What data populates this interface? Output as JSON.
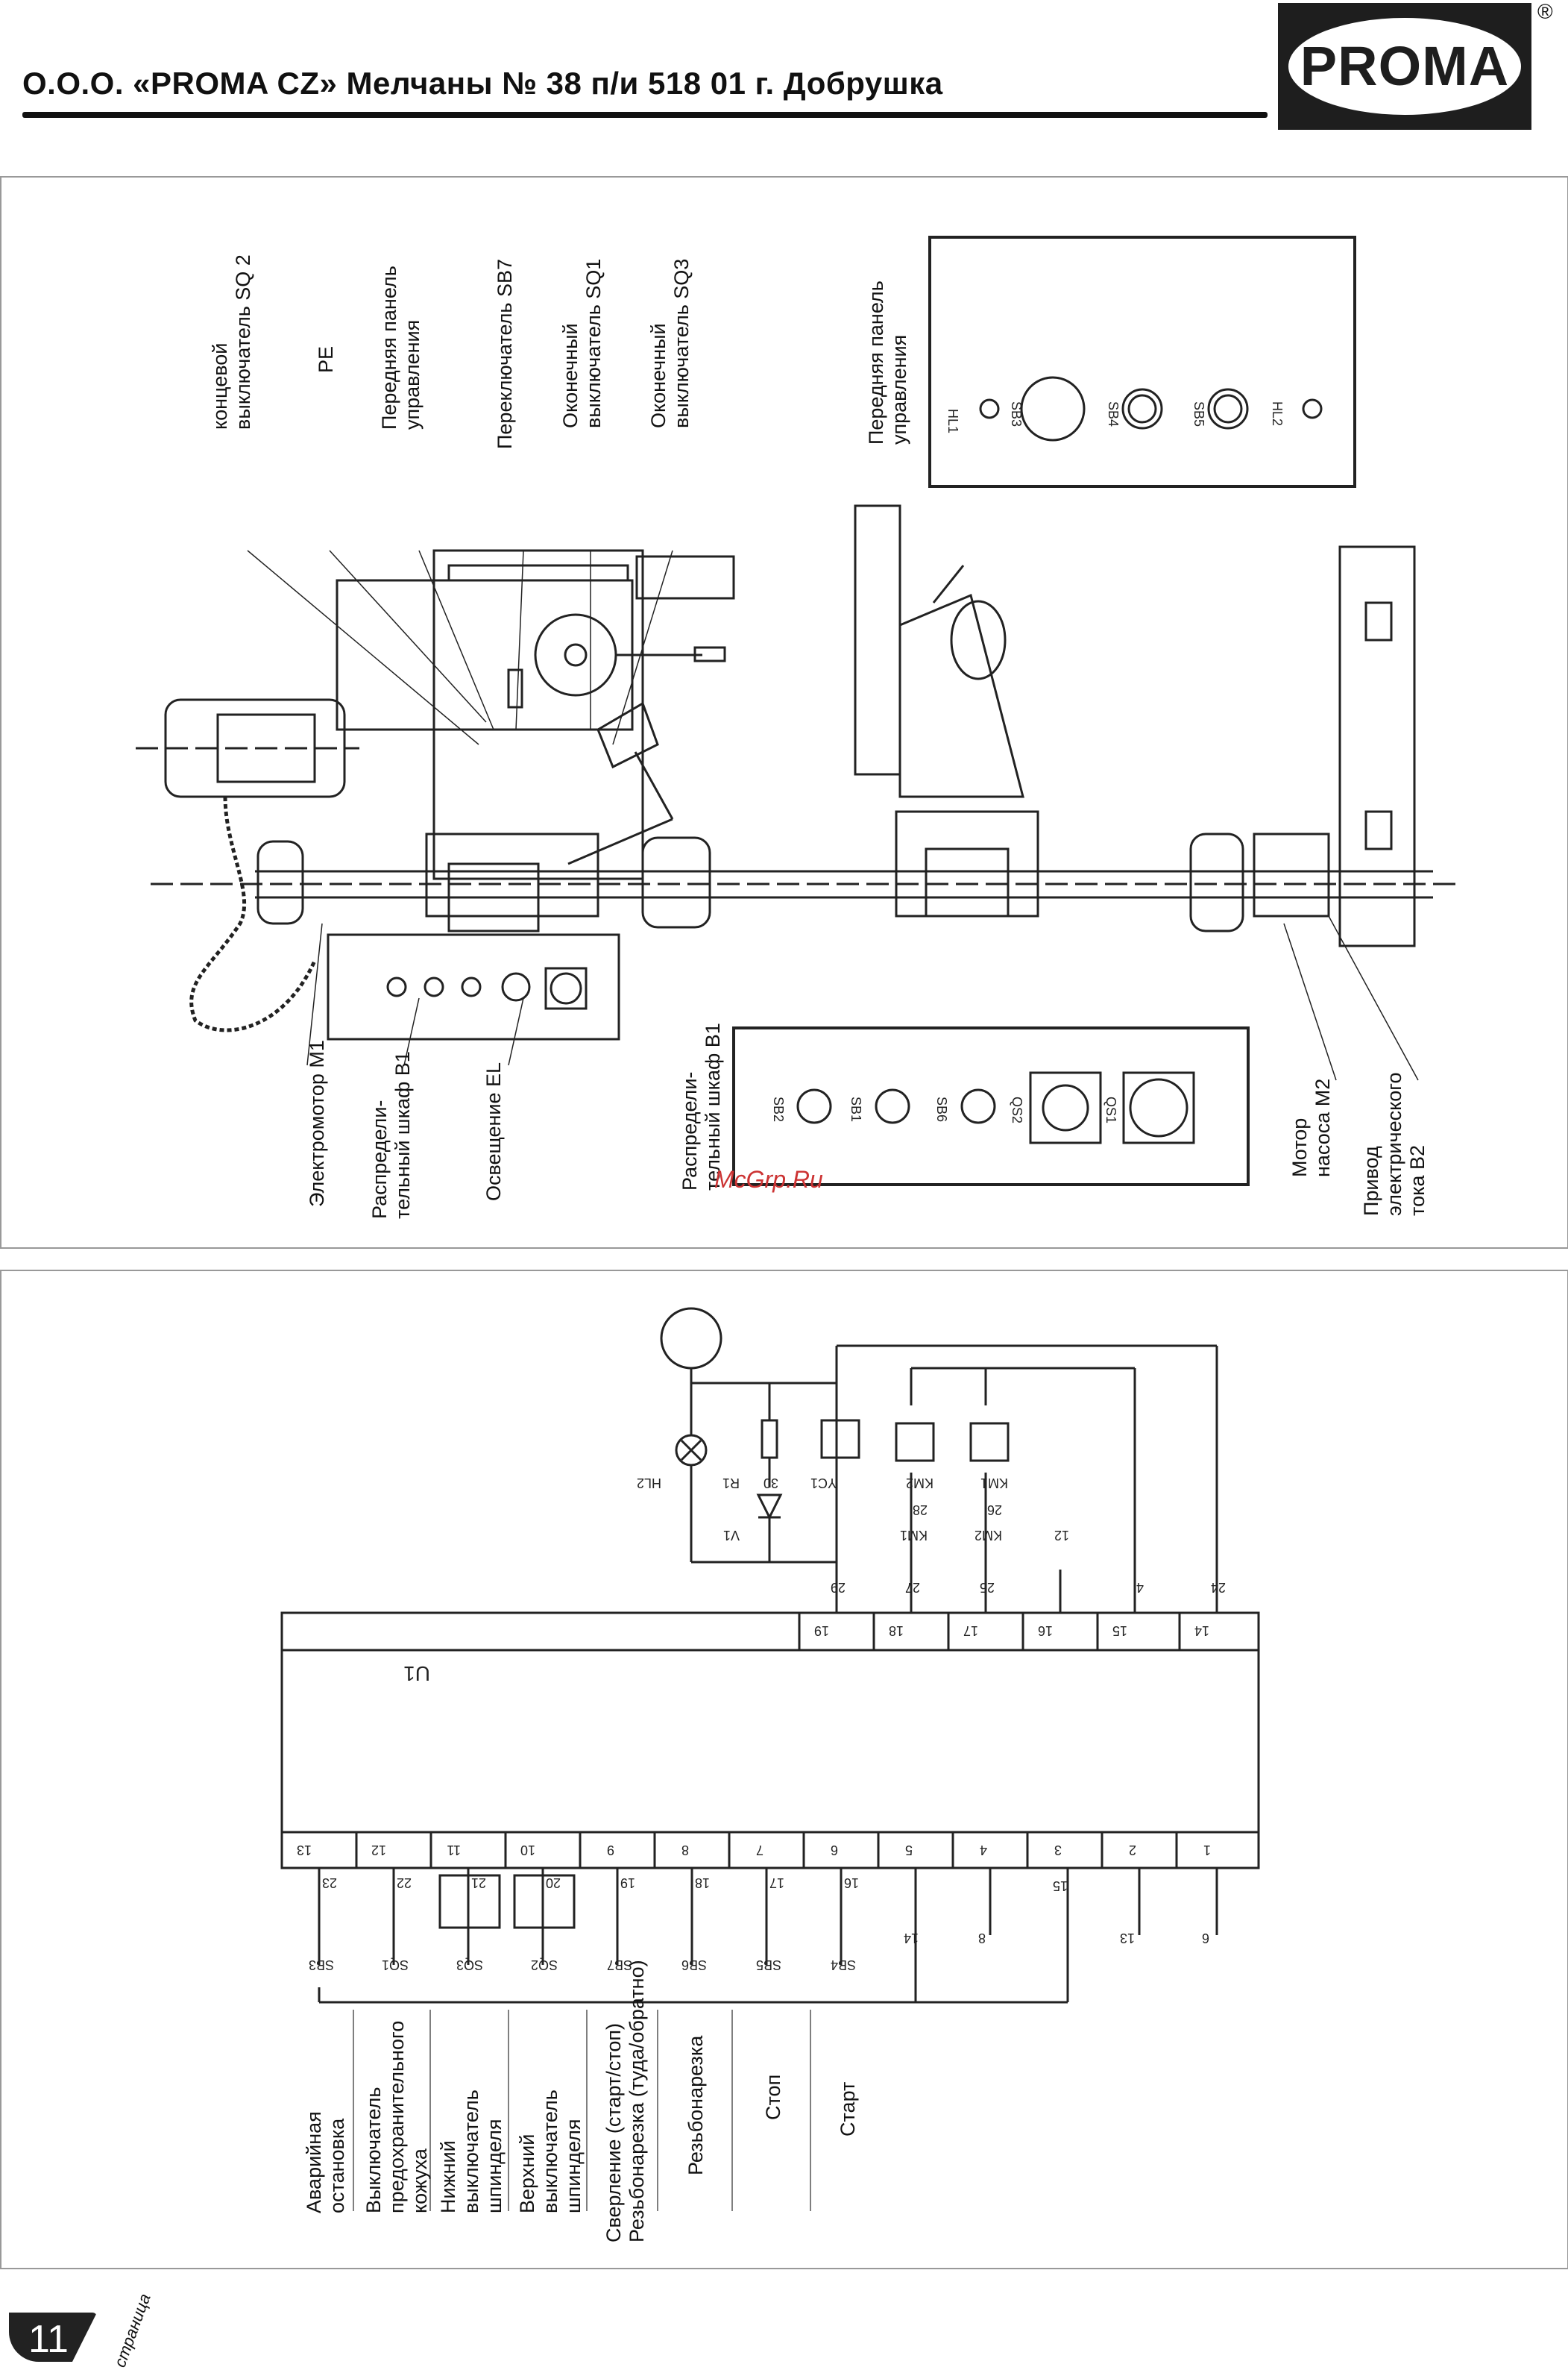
{
  "header": {
    "title": "О.О.О. «PROMA CZ» Мелчаны № 38 п/и 518 01 г. Добрушка",
    "logo_text": "PROMA",
    "registered_mark": "®"
  },
  "machine_labels": {
    "sq2": [
      "концевой",
      "выключатель SQ 2"
    ],
    "pe": [
      "PE"
    ],
    "front_panel": [
      "Передняя панель",
      "управления"
    ],
    "sb7": [
      "Переключатель SB7"
    ],
    "sq1": [
      "Оконечный",
      "выключатель SQ1"
    ],
    "sq3": [
      "Оконечный",
      "выключатель SQ3"
    ],
    "front_panel_inset": [
      "Передняя панель",
      "управления"
    ],
    "m1": [
      "Электромотор M1"
    ],
    "b1": [
      "Распредели-",
      "тельный шкаф B1"
    ],
    "el": [
      "Освещение EL"
    ],
    "b1_inset": [
      "Распредели-",
      "тельный шкаф B1"
    ],
    "m2": [
      "Мотор",
      "насоса M2"
    ],
    "b2": [
      "Привод",
      "электрического",
      "тока B2"
    ]
  },
  "front_panel_symbols": [
    "HL1",
    "SB3",
    "SB4",
    "SB5",
    "HL2"
  ],
  "cabinet_symbols": [
    "SB2",
    "SB1",
    "SB6",
    "QS2",
    "QS1"
  ],
  "circuit": {
    "module": "U1",
    "top_terminals": [
      "19",
      "18",
      "17",
      "16",
      "15",
      "14"
    ],
    "top_wires": [
      "29",
      "27",
      "25",
      "12",
      "4",
      "24"
    ],
    "bottom_terminals": [
      "13",
      "12",
      "11",
      "10",
      "9",
      "8",
      "7",
      "6",
      "5",
      "4",
      "3",
      "2",
      "1"
    ],
    "bottom_wires": [
      "23",
      "22",
      "21",
      "20",
      "19",
      "18",
      "17",
      "16",
      "14",
      "8",
      "15",
      "13",
      "6"
    ],
    "switches": [
      "SB3",
      "SQ1",
      "SQ3",
      "SQ2",
      "SB7",
      "SB6",
      "SB5",
      "SB4"
    ],
    "coil_labels": [
      "HL2",
      "R1",
      "30",
      "V1",
      "YC1",
      "KM2",
      "KM1",
      "28",
      "26"
    ],
    "contact_labels": [
      "KM1",
      "KM2"
    ]
  },
  "legend": [
    [
      "Аварийная",
      "остановка"
    ],
    [
      "Выключатель",
      "предохранительного",
      "кожуха"
    ],
    [
      "Нижний",
      "выключатель",
      "шпинделя"
    ],
    [
      "Верхний",
      "выключатель",
      "шпинделя"
    ],
    [
      "Сверление (старт/стоп)",
      "Резьбонарезка (туда/обратно)"
    ],
    [
      "Резьбонарезка"
    ],
    [
      "Стоп"
    ],
    [
      "Старт"
    ]
  ],
  "watermark": "McGrp.Ru",
  "page": {
    "number": "11",
    "word": "страница"
  }
}
